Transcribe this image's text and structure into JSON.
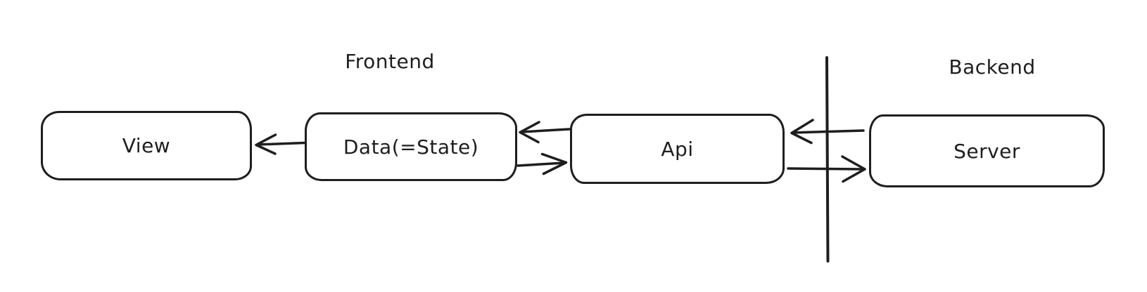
{
  "canvas": {
    "background": "#ffffff",
    "stroke_color": "#1e1e1e"
  },
  "regions": {
    "frontend_label": "Frontend",
    "backend_label": "Backend"
  },
  "nodes": [
    {
      "id": "view",
      "label": "View"
    },
    {
      "id": "data-state",
      "label": "Data(=State)"
    },
    {
      "id": "api",
      "label": "Api"
    },
    {
      "id": "server",
      "label": "Server"
    }
  ],
  "edges": [
    {
      "from": "data-state",
      "to": "view"
    },
    {
      "from": "api",
      "to": "data-state"
    },
    {
      "from": "data-state",
      "to": "api"
    },
    {
      "from": "server",
      "to": "api"
    },
    {
      "from": "api",
      "to": "server"
    }
  ]
}
